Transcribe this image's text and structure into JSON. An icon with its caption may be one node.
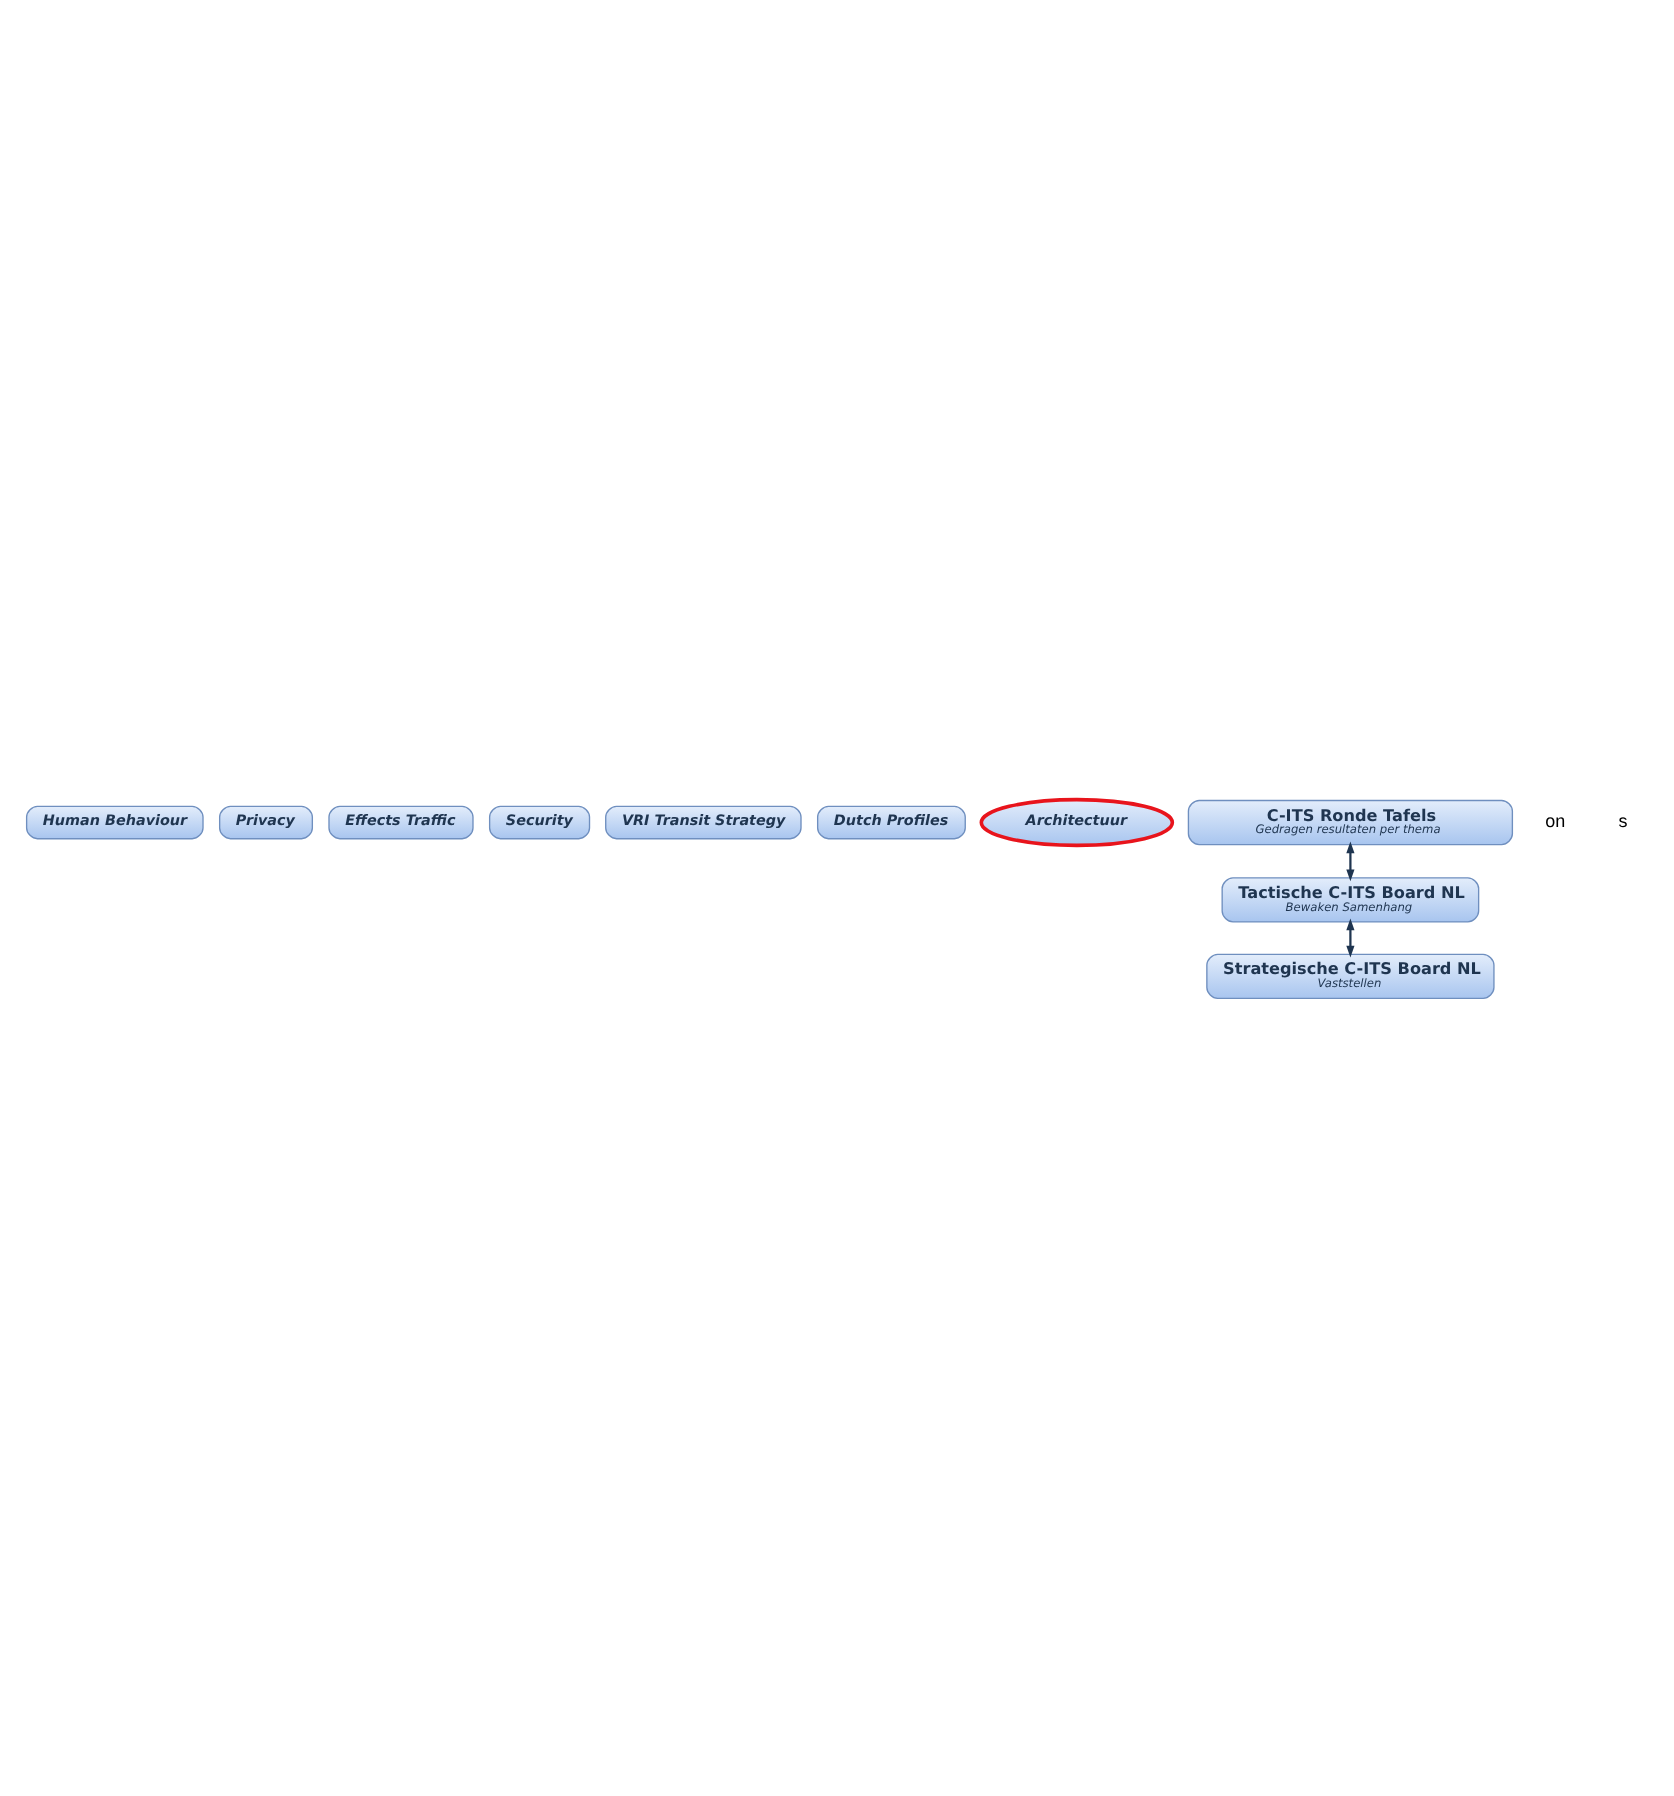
{
  "diagram": {
    "nodes": [
      {
        "text": [
          "Human Behaviour"
        ]
      },
      {
        "text": [
          "Privacy"
        ]
      },
      {
        "text": [
          "Effects Traffic"
        ]
      },
      {
        "text": [
          "Security"
        ]
      },
      {
        "text": [
          "VRI Transit Strategy"
        ]
      },
      {
        "text": [
          "Dutch Profiles"
        ]
      },
      {
        "text": [
          "Architectuur"
        ]
      },
      {
        "text": [
          "C-ITS Ronde Tafels",
          "Gedragen resultaten per thema"
        ]
      },
      {
        "text": [
          "Tactische C-ITS Board NL",
          "Bewaken Samenhang"
        ]
      },
      {
        "text": [
          "Strategische C-ITS Board NL",
          "Vaststellen"
        ]
      }
    ],
    "edges": [
      {
        "from": 7,
        "to": 8,
        "arrow": "both"
      },
      {
        "from": 8,
        "to": 9,
        "arrow": "both"
      }
    ],
    "labels": [
      "on",
      "s"
    ]
  }
}
